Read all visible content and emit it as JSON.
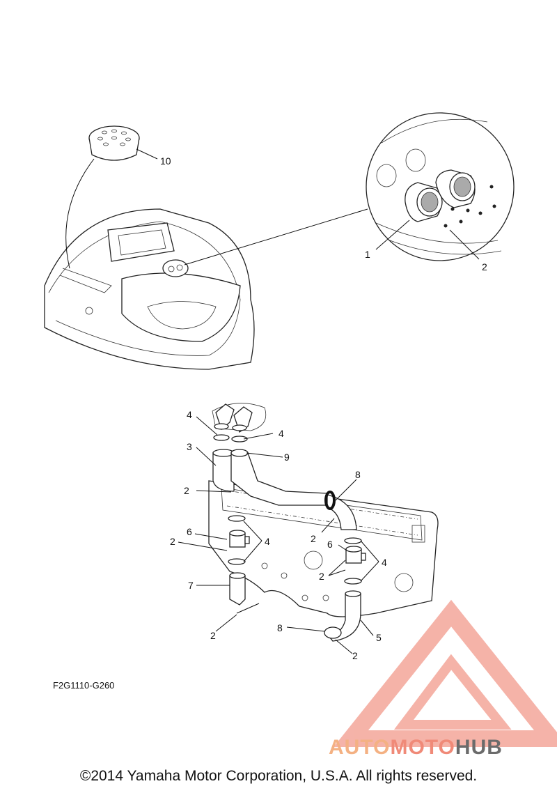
{
  "diagram": {
    "callouts": {
      "c1": "1",
      "c2a": "2",
      "c2b": "2",
      "c2c": "2",
      "c2d": "2",
      "c2e": "2",
      "c2f": "2",
      "c2g": "2",
      "c3": "3",
      "c4a": "4",
      "c4b": "4",
      "c4c": "4",
      "c4d": "4",
      "c5": "5",
      "c6a": "6",
      "c6b": "6",
      "c7": "7",
      "c8a": "8",
      "c8b": "8",
      "c9": "9",
      "c10": "10"
    },
    "figure_code": "F2G1110-G260",
    "copyright": "©2014 Yamaha Motor Corporation, U.S.A. All rights reserved."
  },
  "watermark": {
    "part1": "AUTO",
    "part2": "MOTO",
    "part3": "HUB",
    "colors": {
      "auto": "#f4b183",
      "moto": "#f08a78",
      "hub": "#6b6b6b",
      "logo": "#f29a8c"
    }
  }
}
